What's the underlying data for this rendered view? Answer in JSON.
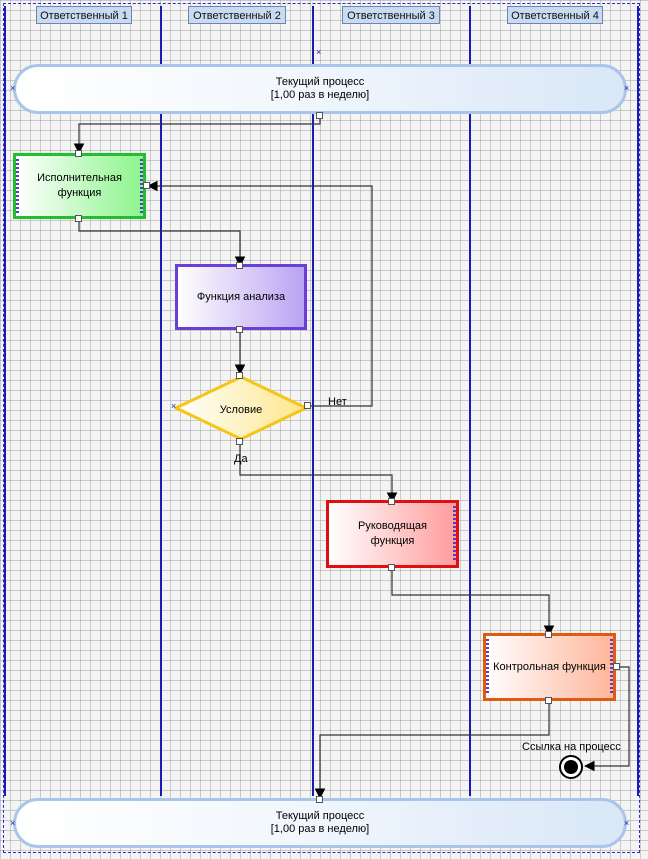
{
  "lanes": [
    {
      "label": "Ответственный 1"
    },
    {
      "label": "Ответственный 2"
    },
    {
      "label": "Ответственный 3"
    },
    {
      "label": "Ответственный 4"
    }
  ],
  "process_top": {
    "name": "Текущий процесс",
    "frequency": "[1,00 раз в неделю]"
  },
  "process_bottom": {
    "name": "Текущий процесс",
    "frequency": "[1,00 раз в неделю]"
  },
  "functions": {
    "executive": "Исполнительная функция",
    "analysis": "Функция анализа",
    "condition": "Условие",
    "managing": "Руководящая функция",
    "control": "Контрольная функция"
  },
  "branches": {
    "no": "Нет",
    "yes": "Да"
  },
  "process_link": "Ссылка на процесс",
  "colors": {
    "lane_line": "#1a1ab5",
    "executive": "#2ecc40",
    "analysis": "#6b3fd6",
    "condition": "#f5c518",
    "managing": "#e01010",
    "control": "#e05a10",
    "process_border": "#a9c6ea"
  }
}
